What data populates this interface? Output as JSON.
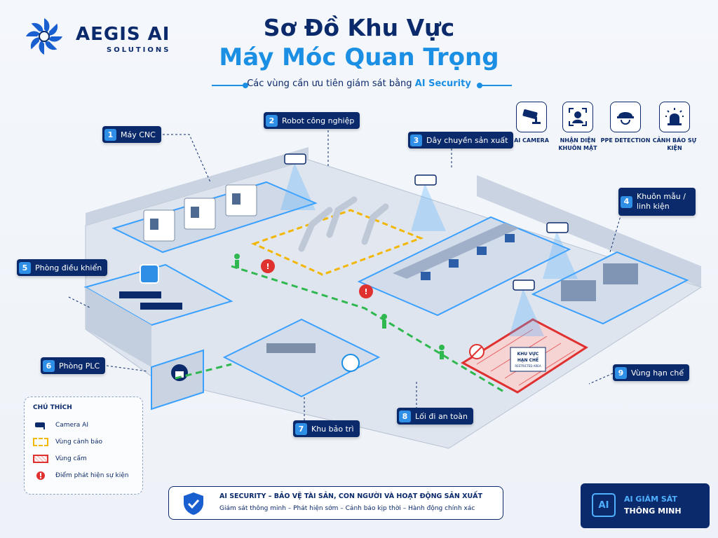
{
  "brand": {
    "name": "AEGIS AI",
    "sub": "SOLUTIONS"
  },
  "header": {
    "title_line1": "Sơ Đồ Khu Vực",
    "title_line2": "Máy Móc Quan Trọng",
    "subtitle_prefix": "Các vùng cần ưu tiên giám sát bằng",
    "subtitle_highlight": "AI Security"
  },
  "features": [
    {
      "icon": "security-camera-icon",
      "label": "AI CAMERA"
    },
    {
      "icon": "face-recognition-icon",
      "label": "NHẬN DIỆN KHUÔN MẶT"
    },
    {
      "icon": "hard-hat-icon",
      "label": "PPE DETECTION"
    },
    {
      "icon": "alarm-siren-icon",
      "label": "CẢNH BÁO SỰ KIỆN"
    }
  ],
  "zones": [
    {
      "num": "1",
      "label": "Máy CNC"
    },
    {
      "num": "2",
      "label": "Robot công nghiệp"
    },
    {
      "num": "3",
      "label": "Dây chuyền sản xuất"
    },
    {
      "num": "4",
      "label": "Khuôn mẫu / linh kiện"
    },
    {
      "num": "5",
      "label": "Phòng điều khiển"
    },
    {
      "num": "6",
      "label": "Phòng PLC"
    },
    {
      "num": "7",
      "label": "Khu bảo trì"
    },
    {
      "num": "8",
      "label": "Lối đi an toàn"
    },
    {
      "num": "9",
      "label": "Vùng hạn chế"
    }
  ],
  "restricted_sign": {
    "line1": "KHU VỰC",
    "line2": "HẠN CHẾ",
    "line3": "RESTRICTED AREA"
  },
  "legend": {
    "title": "CHÚ THÍCH",
    "items": [
      {
        "icon": "camera-icon",
        "label": "Camera AI"
      },
      {
        "icon": "warning-zone-swatch",
        "label": "Vùng cảnh báo"
      },
      {
        "icon": "forbidden-zone-swatch",
        "label": "Vùng cấm"
      },
      {
        "icon": "event-point-icon",
        "label": "Điểm phát hiện sự kiện"
      }
    ]
  },
  "banner": {
    "headline": "AI SECURITY – BẢO VỆ TÀI SẢN, CON NGƯỜI VÀ HOẠT ĐỘNG SẢN XUẤT",
    "tagline": "Giám sát thông minh – Phát hiện sớm – Cảnh báo kịp thời – Hành động chính xác"
  },
  "badge": {
    "chip": "AI",
    "line1": "AI GIÁM SÁT",
    "line2": "THÔNG MINH"
  },
  "colors": {
    "navy": "#0b2a6b",
    "accent_blue": "#1a8fe3",
    "warning_yellow": "#f2b705",
    "restricted_red": "#e03131",
    "safe_green": "#2fb84f"
  }
}
